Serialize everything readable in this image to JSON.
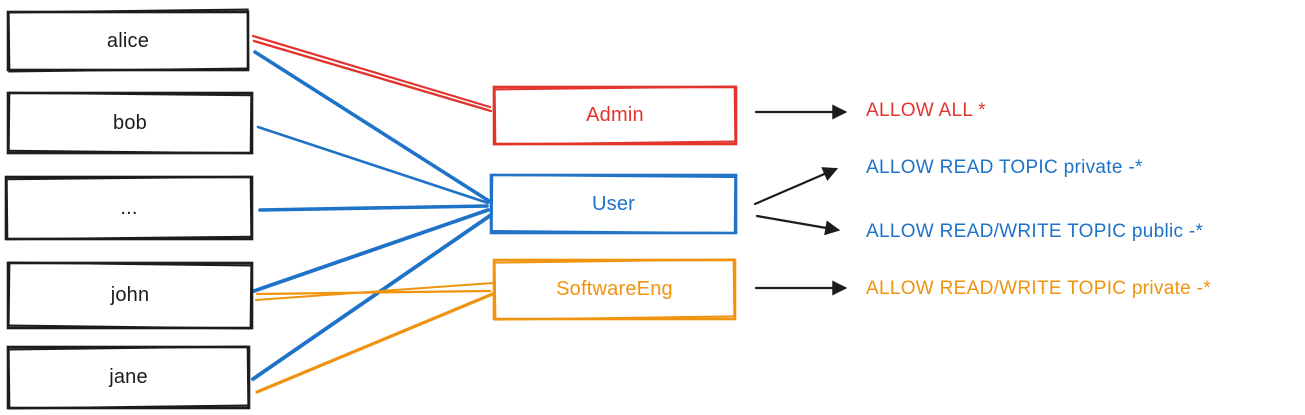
{
  "colors": {
    "red": "#e2342c",
    "blue": "#1e72c8",
    "orange": "#f0930e",
    "black": "#1c1c1c"
  },
  "diagram": {
    "users": [
      {
        "label": "alice"
      },
      {
        "label": "bob"
      },
      {
        "label": "..."
      },
      {
        "label": "john"
      },
      {
        "label": "jane"
      }
    ],
    "roles": [
      {
        "label": "Admin",
        "color": "#e2342c"
      },
      {
        "label": "User",
        "color": "#1e72c8"
      },
      {
        "label": "SoftwareEng",
        "color": "#f0930e"
      }
    ],
    "permissions": [
      {
        "label": "ALLOW ALL *",
        "color": "#e2342c"
      },
      {
        "label": "ALLOW READ TOPIC private -*",
        "color": "#1e72c8"
      },
      {
        "label": "ALLOW READ/WRITE TOPIC public -*",
        "color": "#1e72c8"
      },
      {
        "label": "ALLOW READ/WRITE TOPIC private -*",
        "color": "#f0930e"
      }
    ],
    "memberships": [
      {
        "user": "alice",
        "role": "Admin"
      },
      {
        "user": "alice",
        "role": "User"
      },
      {
        "user": "bob",
        "role": "User"
      },
      {
        "user": "...",
        "role": "User"
      },
      {
        "user": "john",
        "role": "User"
      },
      {
        "user": "john",
        "role": "SoftwareEng"
      },
      {
        "user": "jane",
        "role": "User"
      },
      {
        "user": "jane",
        "role": "SoftwareEng"
      }
    ],
    "grants": [
      {
        "role": "Admin",
        "permission": "ALLOW ALL *"
      },
      {
        "role": "User",
        "permission": "ALLOW READ TOPIC private -*"
      },
      {
        "role": "User",
        "permission": "ALLOW READ/WRITE TOPIC public -*"
      },
      {
        "role": "SoftwareEng",
        "permission": "ALLOW READ/WRITE TOPIC private -*"
      }
    ]
  }
}
